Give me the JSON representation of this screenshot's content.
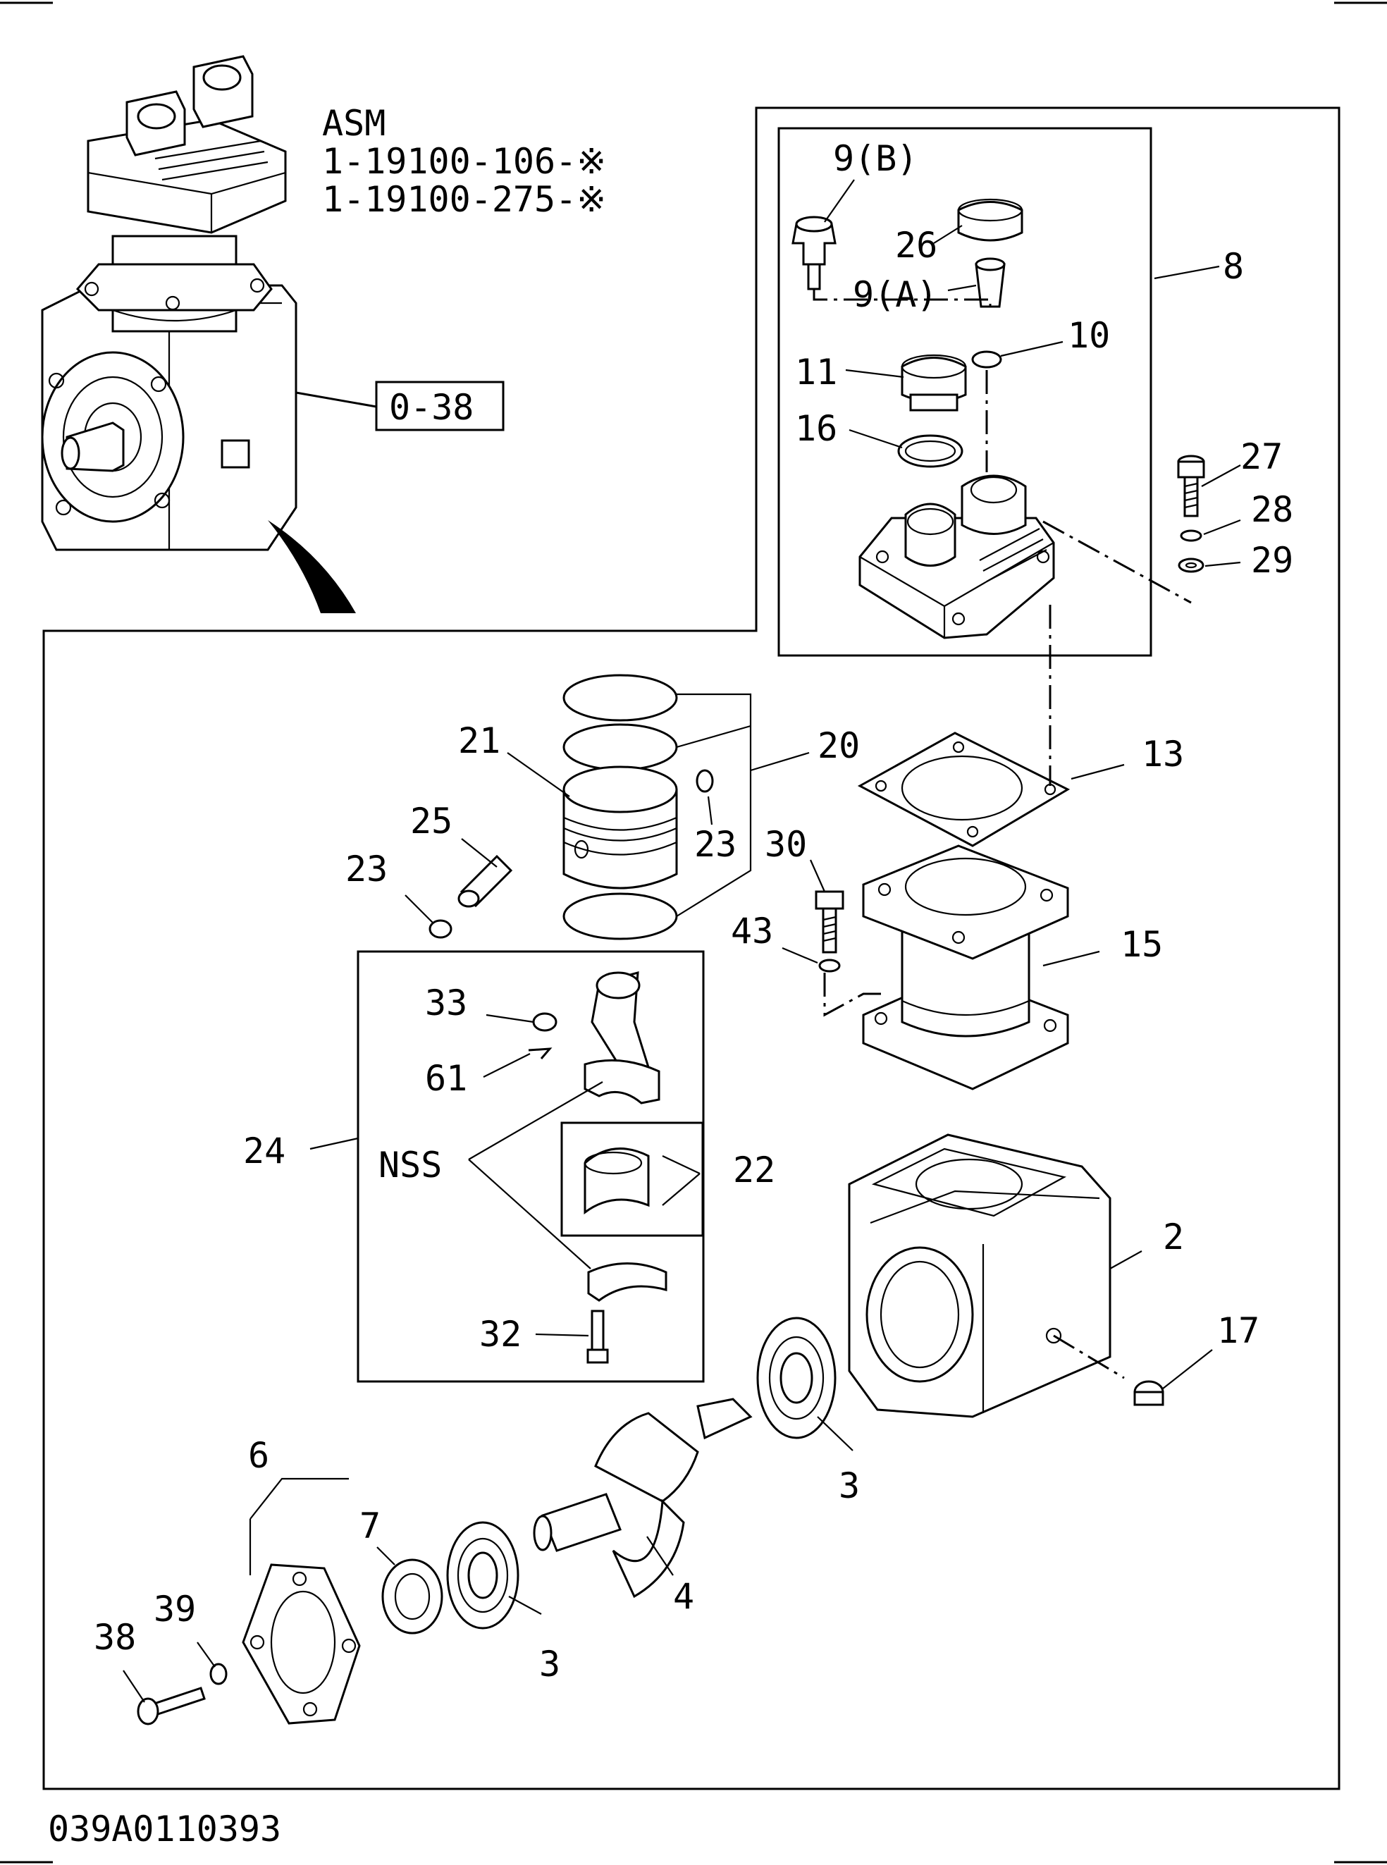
{
  "diagram": {
    "asm_label": "ASM",
    "asm_part_1": "1-19100-106-※",
    "asm_part_2": "1-19100-275-※",
    "ref_box": "0-38",
    "footer_code": "039A0110393",
    "nss": "NSS",
    "callouts": {
      "c9b": "9(B)",
      "c26": "26",
      "c8": "8",
      "c9a": "9(A)",
      "c10": "10",
      "c11": "11",
      "c16": "16",
      "c27": "27",
      "c28": "28",
      "c29": "29",
      "c21": "21",
      "c20": "20",
      "c13": "13",
      "c25": "25",
      "c23a": "23",
      "c23b": "23",
      "c30": "30",
      "c43": "43",
      "c15": "15",
      "c33": "33",
      "c61": "61",
      "c24": "24",
      "c22": "22",
      "c2": "2",
      "c32": "32",
      "c17": "17",
      "c6": "6",
      "c7": "7",
      "c3a": "3",
      "c3b": "3",
      "c4": "4",
      "c39": "39",
      "c38": "38"
    }
  }
}
